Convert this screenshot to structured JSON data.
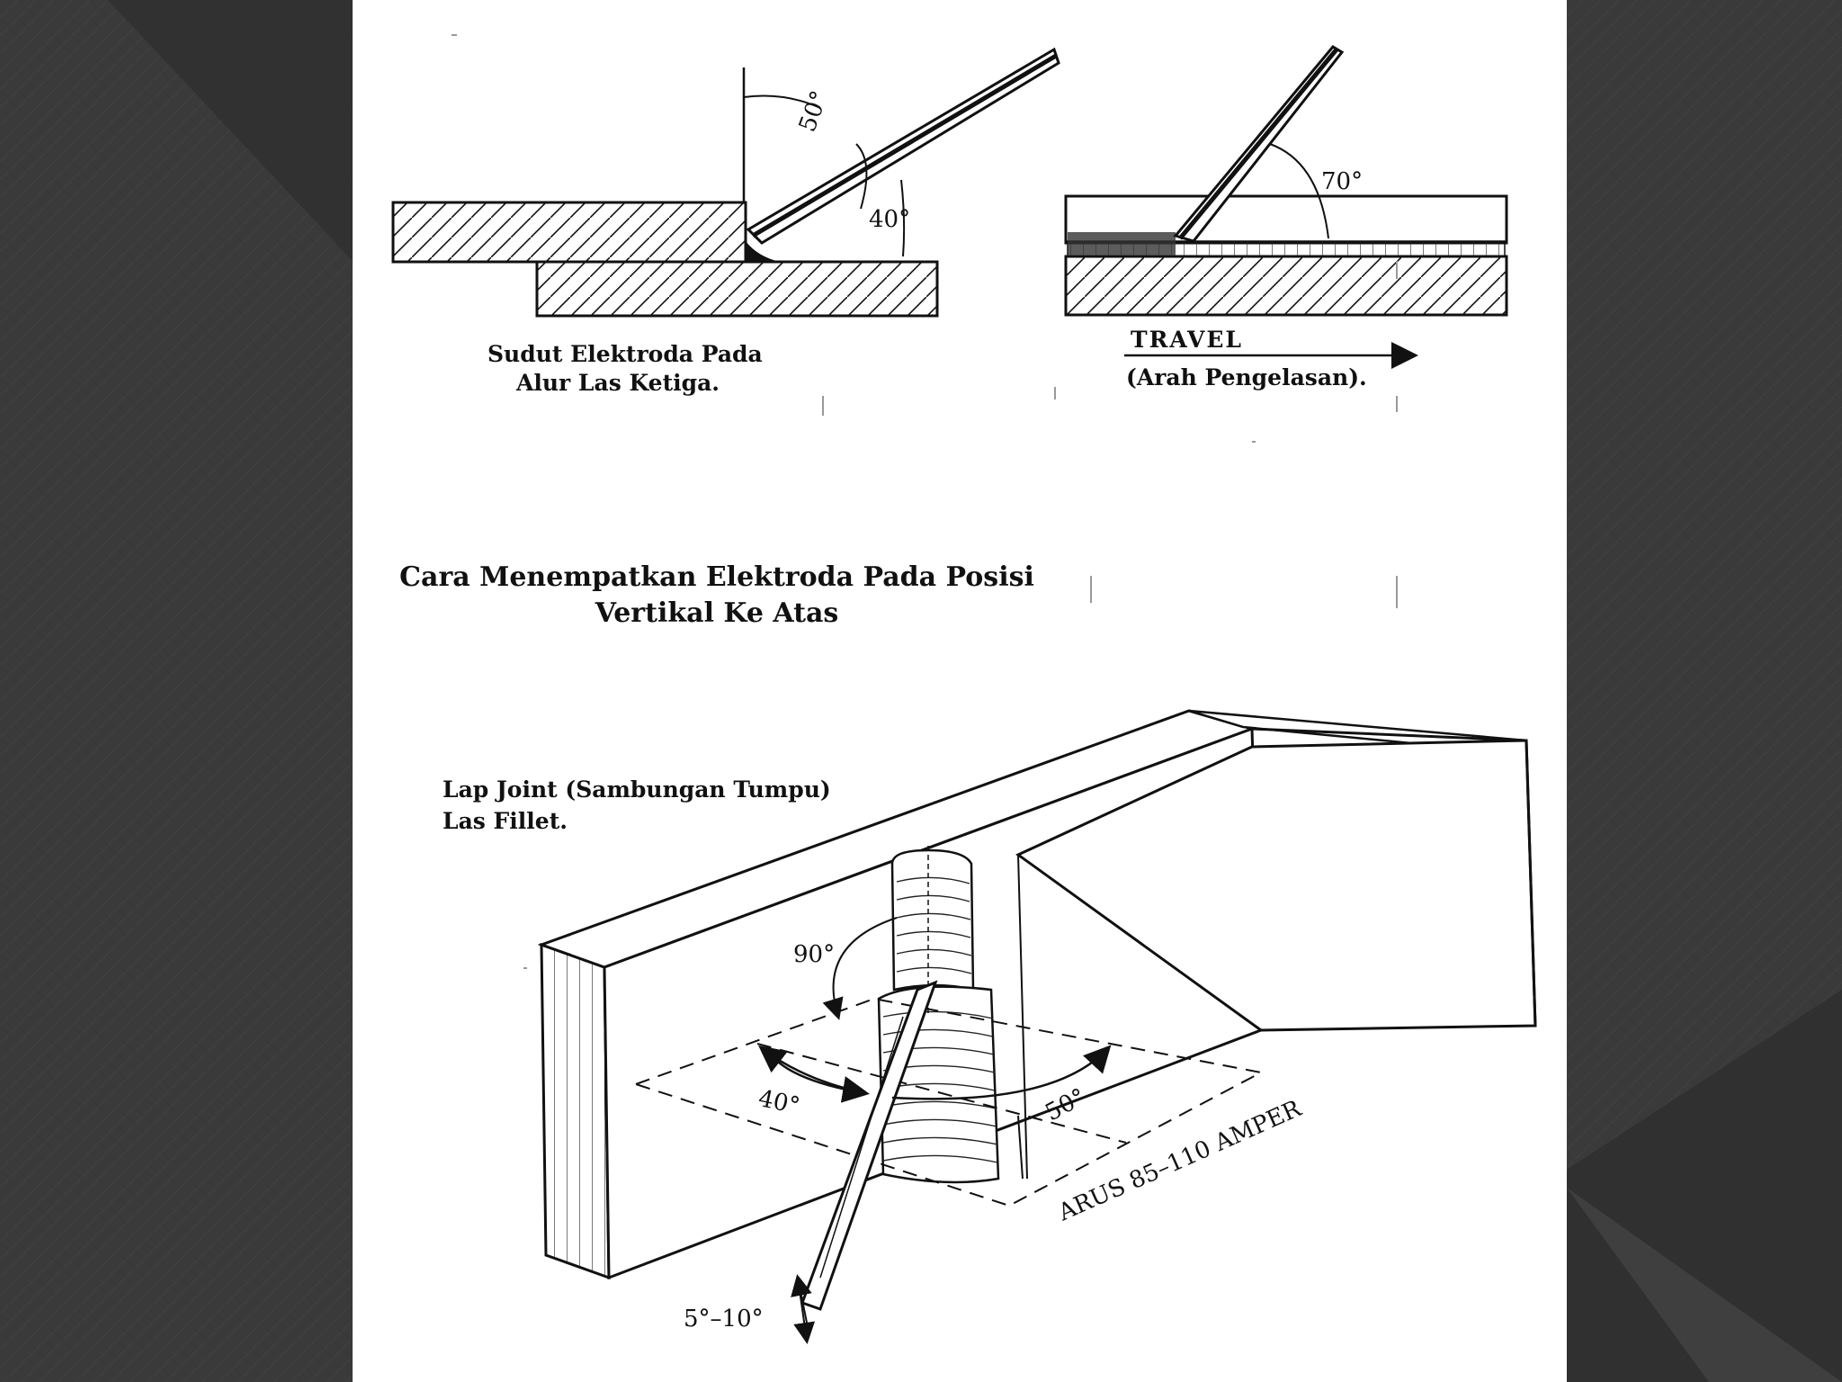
{
  "colors": {
    "background": "#3a3a3a",
    "sheet": "#ffffff",
    "ink": "#111111"
  },
  "figure_top_left": {
    "caption_line1": "Sudut Elektroda Pada",
    "caption_line2": "Alur Las Ketiga.",
    "angle_vertical": "50°",
    "angle_horizontal": "40°"
  },
  "figure_top_right": {
    "angle": "70°",
    "travel_label": "TRAVEL",
    "travel_note": "(Arah Pengelasan)."
  },
  "section_title": {
    "line1": "Cara Menempatkan Elektroda Pada Posisi",
    "line2": "Vertikal Ke Atas"
  },
  "figure_bottom": {
    "label_line1": "Lap Joint (Sambungan Tumpu)",
    "label_line2": "Las Fillet.",
    "angle_90": "90°",
    "angle_40": "40°",
    "angle_50": "50°",
    "angle_tilt": "5°–10°",
    "current": "ARUS 85–110 AMPER"
  }
}
